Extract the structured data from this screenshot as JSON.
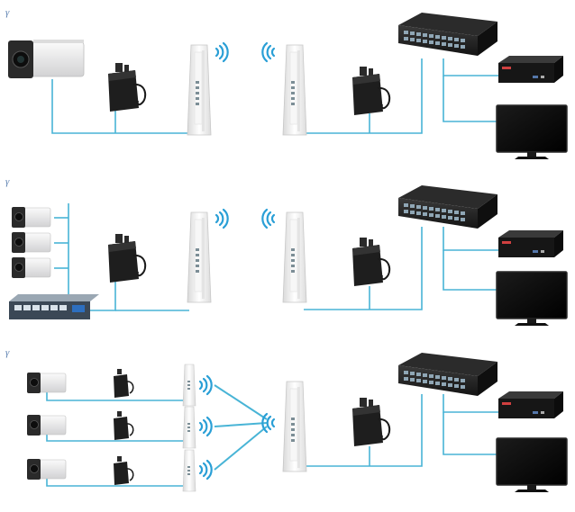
{
  "diagram": {
    "row_markers": [
      "γ",
      "γ",
      "γ"
    ],
    "colors": {
      "link_line": "#48b4d6",
      "wifi_wave": "#2a9fd6",
      "device_dark": "#1c1c1c",
      "camera_body": "#e9e9eb",
      "camera_face": "#2b2b2b",
      "antenna_body": "#f1f1f1",
      "monitor_screen": "#0a0a0a",
      "poe_switch_accent": "#2d6fbf"
    },
    "icons": [
      "bullet-camera-icon",
      "poe-injector-icon",
      "outdoor-cpe-icon",
      "wifi-signal-icon",
      "network-switch-icon",
      "nvr-icon",
      "monitor-icon",
      "poe-switch-icon"
    ],
    "scenarios": [
      {
        "id": "single-camera",
        "cameras": 1,
        "bridge_links": 1
      },
      {
        "id": "multi-camera-poe-switch",
        "cameras": 3,
        "bridge_links": 1
      },
      {
        "id": "point-to-multipoint",
        "cameras": 3,
        "bridge_links": 3
      }
    ]
  }
}
